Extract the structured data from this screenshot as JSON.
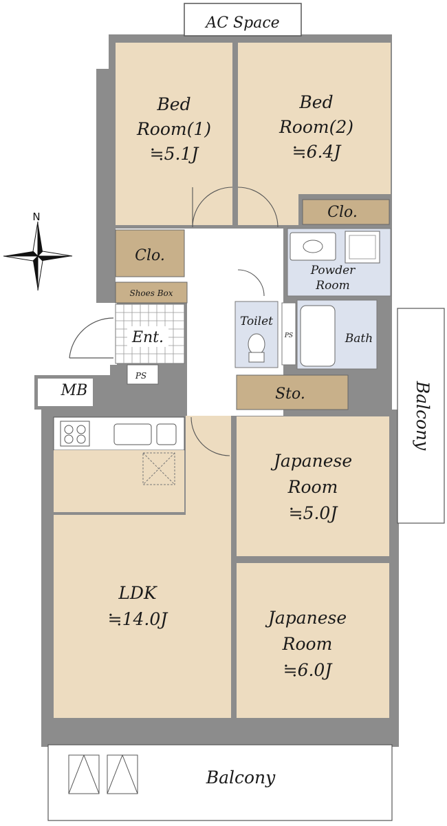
{
  "labels": {
    "ac_space": "AC Space",
    "bedroom1": [
      "Bed",
      "Room(1)",
      "≒5.1J"
    ],
    "bedroom2": [
      "Bed",
      "Room(2)",
      "≒6.4J"
    ],
    "closet1": "Clo.",
    "closet2": "Clo.",
    "shoes_box": "Shoes Box",
    "entrance": "Ent.",
    "ps_entrance": "PS",
    "ps_bath": "PS",
    "mb": "MB",
    "powder_room": [
      "Powder",
      "Room"
    ],
    "toilet": "Toilet",
    "bath": "Bath",
    "storage": "Sto.",
    "japanese_room1": [
      "Japanese",
      "Room",
      "≒5.0J"
    ],
    "japanese_room2": [
      "Japanese",
      "Room",
      "≒6.0J"
    ],
    "ldk": [
      "LDK",
      "≒14.0J"
    ],
    "balcony_side": "Balcony",
    "balcony_bottom": "Balcony"
  },
  "compass": {
    "north_label": "N"
  },
  "colors": {
    "room_fill": "#eddcc0",
    "closet_fill": "#c8b08a",
    "wet_fill": "#dce2ee",
    "wall": "#8c8c8c",
    "wall_dark": "#7a7a7a",
    "floor_white": "#ffffff"
  }
}
